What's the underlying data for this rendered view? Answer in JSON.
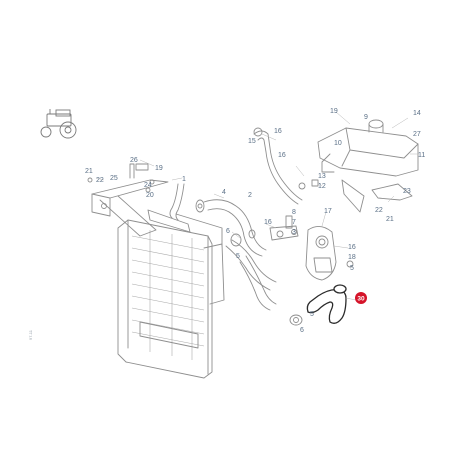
{
  "diagram": {
    "side_reference": "97-11",
    "highlight": {
      "number": "30",
      "color": "#d5142a"
    },
    "callouts": [
      {
        "id": "c19a",
        "text": "19"
      },
      {
        "id": "c14",
        "text": "14"
      },
      {
        "id": "c9",
        "text": "9"
      },
      {
        "id": "c27",
        "text": "27"
      },
      {
        "id": "c15",
        "text": "15"
      },
      {
        "id": "c16a",
        "text": "16"
      },
      {
        "id": "c10",
        "text": "10"
      },
      {
        "id": "c16b",
        "text": "16"
      },
      {
        "id": "c11",
        "text": "11"
      },
      {
        "id": "c26",
        "text": "26"
      },
      {
        "id": "c19b",
        "text": "19"
      },
      {
        "id": "c21a",
        "text": "21"
      },
      {
        "id": "c25",
        "text": "25"
      },
      {
        "id": "c22a",
        "text": "22"
      },
      {
        "id": "c1",
        "text": "1"
      },
      {
        "id": "c24",
        "text": "24"
      },
      {
        "id": "c20",
        "text": "20"
      },
      {
        "id": "c13",
        "text": "13"
      },
      {
        "id": "c12",
        "text": "12"
      },
      {
        "id": "c23",
        "text": "23"
      },
      {
        "id": "c22b",
        "text": "22"
      },
      {
        "id": "c21b",
        "text": "21"
      },
      {
        "id": "c4",
        "text": "4"
      },
      {
        "id": "c2",
        "text": "2"
      },
      {
        "id": "c17",
        "text": "17"
      },
      {
        "id": "c16c",
        "text": "16"
      },
      {
        "id": "c6",
        "text": "6"
      },
      {
        "id": "c8",
        "text": "8"
      },
      {
        "id": "c7",
        "text": "7"
      },
      {
        "id": "c3",
        "text": "3"
      },
      {
        "id": "c5a",
        "text": "5"
      },
      {
        "id": "c16d",
        "text": "16"
      },
      {
        "id": "c18",
        "text": "18"
      },
      {
        "id": "c5b",
        "text": "5"
      },
      {
        "id": "c6b",
        "text": "6"
      },
      {
        "id": "c5c",
        "text": "5"
      }
    ]
  }
}
